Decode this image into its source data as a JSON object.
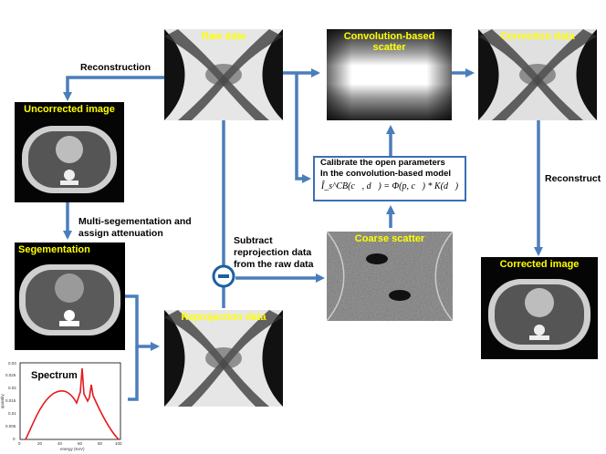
{
  "panels": {
    "raw_data": "Raw data",
    "convolution_scatter": "Convolution-based scatter",
    "correction_data": "Correction data",
    "uncorrected_image": "Uncorrected  image",
    "segmentation": "Segementation",
    "reprojection_data": "Reprojection data",
    "coarse_scatter": "Coarse scatter",
    "corrected_image": "Corrected image",
    "spectrum": "Spectrum"
  },
  "labels": {
    "reconstruction": "Reconstruction",
    "reconstruct": "Reconstruct",
    "multi_seg_1": "Multi-segementation and",
    "multi_seg_2": "assign attenuation",
    "subtract_1": "Subtract",
    "subtract_2": "reprojection data",
    "subtract_3": "from the raw data"
  },
  "calibrate": {
    "line1": "Calibrate the open parameters",
    "line2": "In the convolution-based model",
    "equation": "Î_s^CB(c⃗, d⃗) = Φ(p, c⃗) * K(d⃗)"
  },
  "spectrum_chart": {
    "xlabel": "energy (KeV)",
    "ylabel": "quantity",
    "xticks": [
      "0",
      "20",
      "40",
      "60",
      "80",
      "100"
    ],
    "yticks": [
      "0",
      "0.005",
      "0.01",
      "0.015",
      "0.02",
      "0.025",
      "0.03"
    ]
  },
  "colors": {
    "arrow": "#4a7ebb",
    "title": "#ffff00",
    "spectrum_line": "#e41a1c"
  }
}
